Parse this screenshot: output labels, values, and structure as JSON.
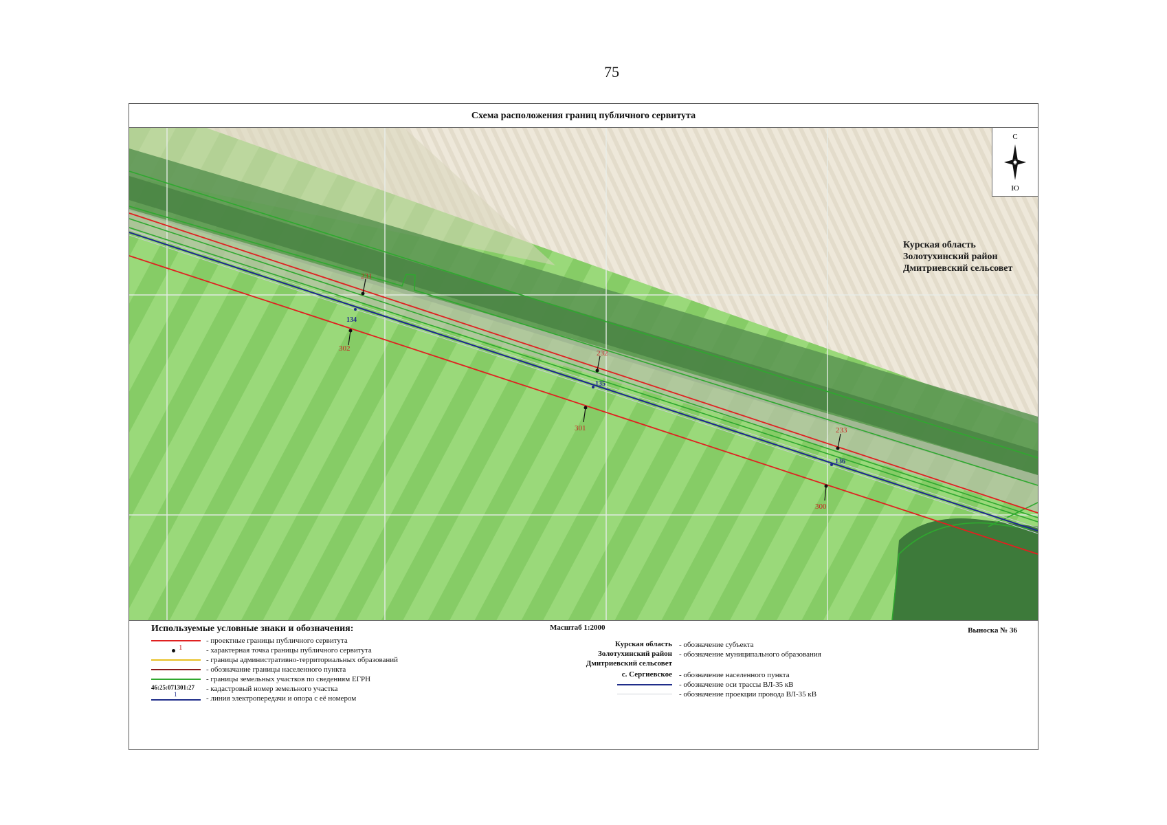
{
  "page_number": "75",
  "title": "Схема расположения границ публичного сервитута",
  "region_label": [
    "Курская область",
    "Золотухинский район",
    "Дмитриевский сельсовет"
  ],
  "compass": {
    "north": "С",
    "south": "Ю"
  },
  "points": {
    "red": [
      "231",
      "232",
      "233",
      "300",
      "301",
      "302"
    ],
    "blue": [
      "134",
      "135",
      "136"
    ]
  },
  "legend": {
    "title": "Используемые условные знаки и обозначения:",
    "scale": "Масштаб 1:2000",
    "callout": "Выноска № 36",
    "items": [
      {
        "symbol": "red-line",
        "text": "- проектные границы публичного сервитута"
      },
      {
        "symbol": "point",
        "sample": "1",
        "text": "- характерная точка границы публичного сервитута"
      },
      {
        "symbol": "yellow-line",
        "text": "- границы административно-территориальных образований"
      },
      {
        "symbol": "dark-red-line",
        "text": "- обозначание границы населенного пункта"
      },
      {
        "symbol": "green-line",
        "text": "- границы земельных участков по сведениям ЕГРН"
      },
      {
        "symbol": "cadastral",
        "sample": "46:25:071301:27",
        "text": "- кадастровый номер земельного участка"
      },
      {
        "symbol": "power-line",
        "sample": "1",
        "text": "- линия электропередачи и опора с её номером"
      }
    ],
    "right_items": [
      {
        "sample": "Курская область",
        "text": "- обозначение субъекта"
      },
      {
        "sample": "Золотухинский район",
        "text": "- обозначение муниципального образования"
      },
      {
        "sample": "Дмитриевский сельсовет",
        "text": ""
      },
      {
        "sample": "с. Сергиевское",
        "text": "- обозначение населенного пункта"
      },
      {
        "sample": "",
        "symbol": "blue-line",
        "text": "- обозначение оси трассы ВЛ-35 кВ"
      },
      {
        "sample": "",
        "symbol": "light-line",
        "text": "- обозначение проекции провода ВЛ-35 кВ"
      }
    ]
  },
  "colors": {
    "servitude": "#e02020",
    "parcel": "#2fa82f",
    "axis": "#1f2d8a",
    "admin": "#e8c020",
    "settlement": "#8b1a1a",
    "field_green": "#8fd46a",
    "field_light": "#ece6d6",
    "trees": "#4f8a4a"
  }
}
